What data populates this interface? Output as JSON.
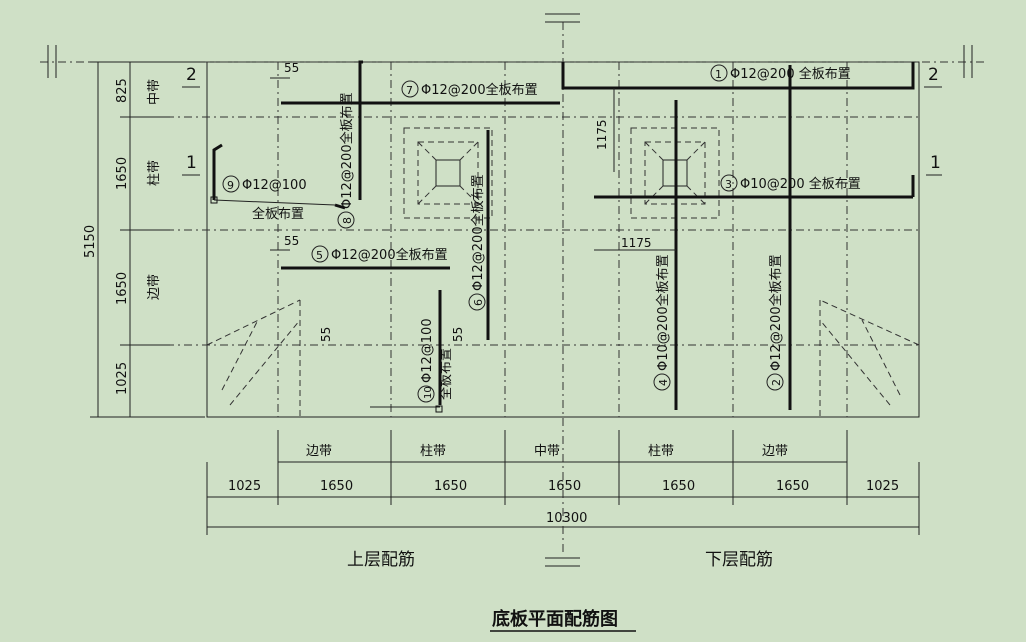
{
  "title": "底板平面配筋图",
  "upper_label": "上层配筋",
  "lower_label": "下层配筋",
  "section_marks": {
    "one": "1",
    "two": "2"
  },
  "horizontal_bands": [
    "边带",
    "柱带",
    "中带",
    "柱带",
    "边带"
  ],
  "horizontal_dims": [
    "1025",
    "1650",
    "1650",
    "1650",
    "1650",
    "1650",
    "1025"
  ],
  "total_width": "10300",
  "vertical_bands": [
    "中带",
    "柱带",
    "边带"
  ],
  "vertical_dims": [
    "825",
    "1650",
    "1650",
    "1025"
  ],
  "total_height": "5150",
  "small_dims": {
    "d55": "55",
    "d1175": "1175"
  },
  "rebar_labels": {
    "r1": "Φ12@200 全板布置",
    "r2": "Φ12@200全板布置",
    "r3": "Φ10@200 全板布置",
    "r4": "Φ10@200全板布置",
    "r5": "Φ12@200全板布置",
    "r6": "Φ12@200全板布置",
    "r7": "Φ12@200全板布置",
    "r8": "Φ12@200全板布置",
    "r9": "Φ12@100",
    "r9b": "全板布置",
    "r10": "Φ12@100",
    "r10b": "全板布置"
  },
  "rebar_numbers": {
    "n1": "1",
    "n2": "2",
    "n3": "3",
    "n4": "4",
    "n5": "5",
    "n6": "6",
    "n7": "7",
    "n8": "8",
    "n9": "9",
    "n10": "10"
  },
  "colors": {
    "background": "#cfe0c6",
    "line": "#222222"
  }
}
